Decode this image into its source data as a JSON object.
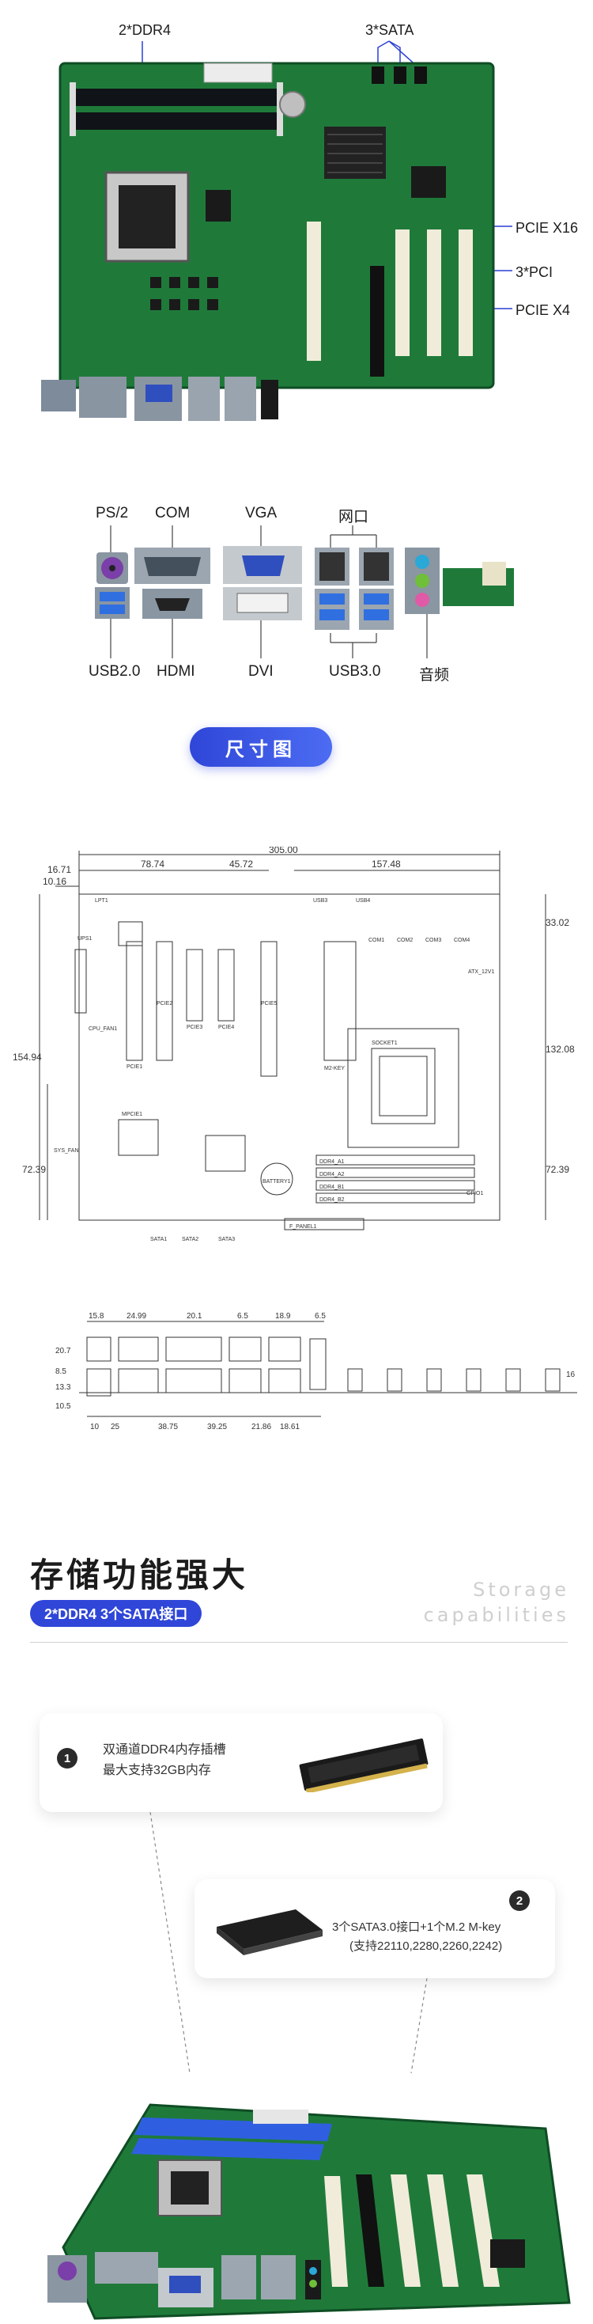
{
  "top_labels": {
    "ddr": "2*DDR4",
    "sata": "3*SATA",
    "pcie16": "PCIE X16",
    "pci": "3*PCI",
    "pcie4": "PCIE X4"
  },
  "io_labels": {
    "ps2": "PS/2",
    "com": "COM",
    "vga": "VGA",
    "net": "网口",
    "usb2": "USB2.0",
    "hdmi": "HDMI",
    "dvi": "DVI",
    "usb3": "USB3.0",
    "audio": "音频"
  },
  "size_button": "尺寸图",
  "drawing": {
    "top_dims": [
      "16.71",
      "78.74",
      "45.72",
      "305.00",
      "157.48"
    ],
    "left_dims": [
      "10.16",
      "154.94",
      "72.39"
    ],
    "right_dims": [
      "33.02",
      "132.08",
      "72.39"
    ],
    "pcb_labels": [
      "UPS1",
      "CPU_FAN1",
      "MPCIE1",
      "SYS_FAN",
      "PCIE1",
      "PCIE2",
      "PCIE3",
      "PCIE4",
      "PCIE5",
      "BATTERY1",
      "M2-KEY",
      "DDR4_A1",
      "DDR4_A2",
      "DDR4_B1",
      "DDR4_B2",
      "SATA1",
      "SATA2",
      "SATA3",
      "COM1",
      "COM2",
      "COM3",
      "COM4",
      "USB3",
      "USB4",
      "ATX_12V1",
      "LPT1",
      "F_PANEL1",
      "GPIO1",
      "SOCKET1"
    ],
    "io_dims_top": [
      "15.8",
      "24.99",
      "20.1",
      "6.5",
      "18.9",
      "6.5"
    ],
    "io_dims_bottom": [
      "10",
      "25",
      "38.75",
      "39.25",
      "21.86",
      "18.61"
    ],
    "io_dims_left": [
      "20.7",
      "8.5",
      "13.3",
      "10.5"
    ],
    "io_dim_right": "16"
  },
  "storage": {
    "title": "存储功能强大",
    "subtitle": "2*DDR4 3个SATA接口",
    "en_line1": "Storage",
    "en_line2": "capabilities",
    "card1_num": "1",
    "card1_line1": "双通道DDR4内存插槽",
    "card1_line2": "最大支持32GB内存",
    "card2_num": "2",
    "card2_line1": "3个SATA3.0接口+1个M.2 M-key",
    "card2_line2": "(支持22110,2280,2260,2242)"
  },
  "colors": {
    "accent": "#2f46d8",
    "pcb": "#1f7a3a",
    "pcb_dark": "#0f4d24"
  }
}
